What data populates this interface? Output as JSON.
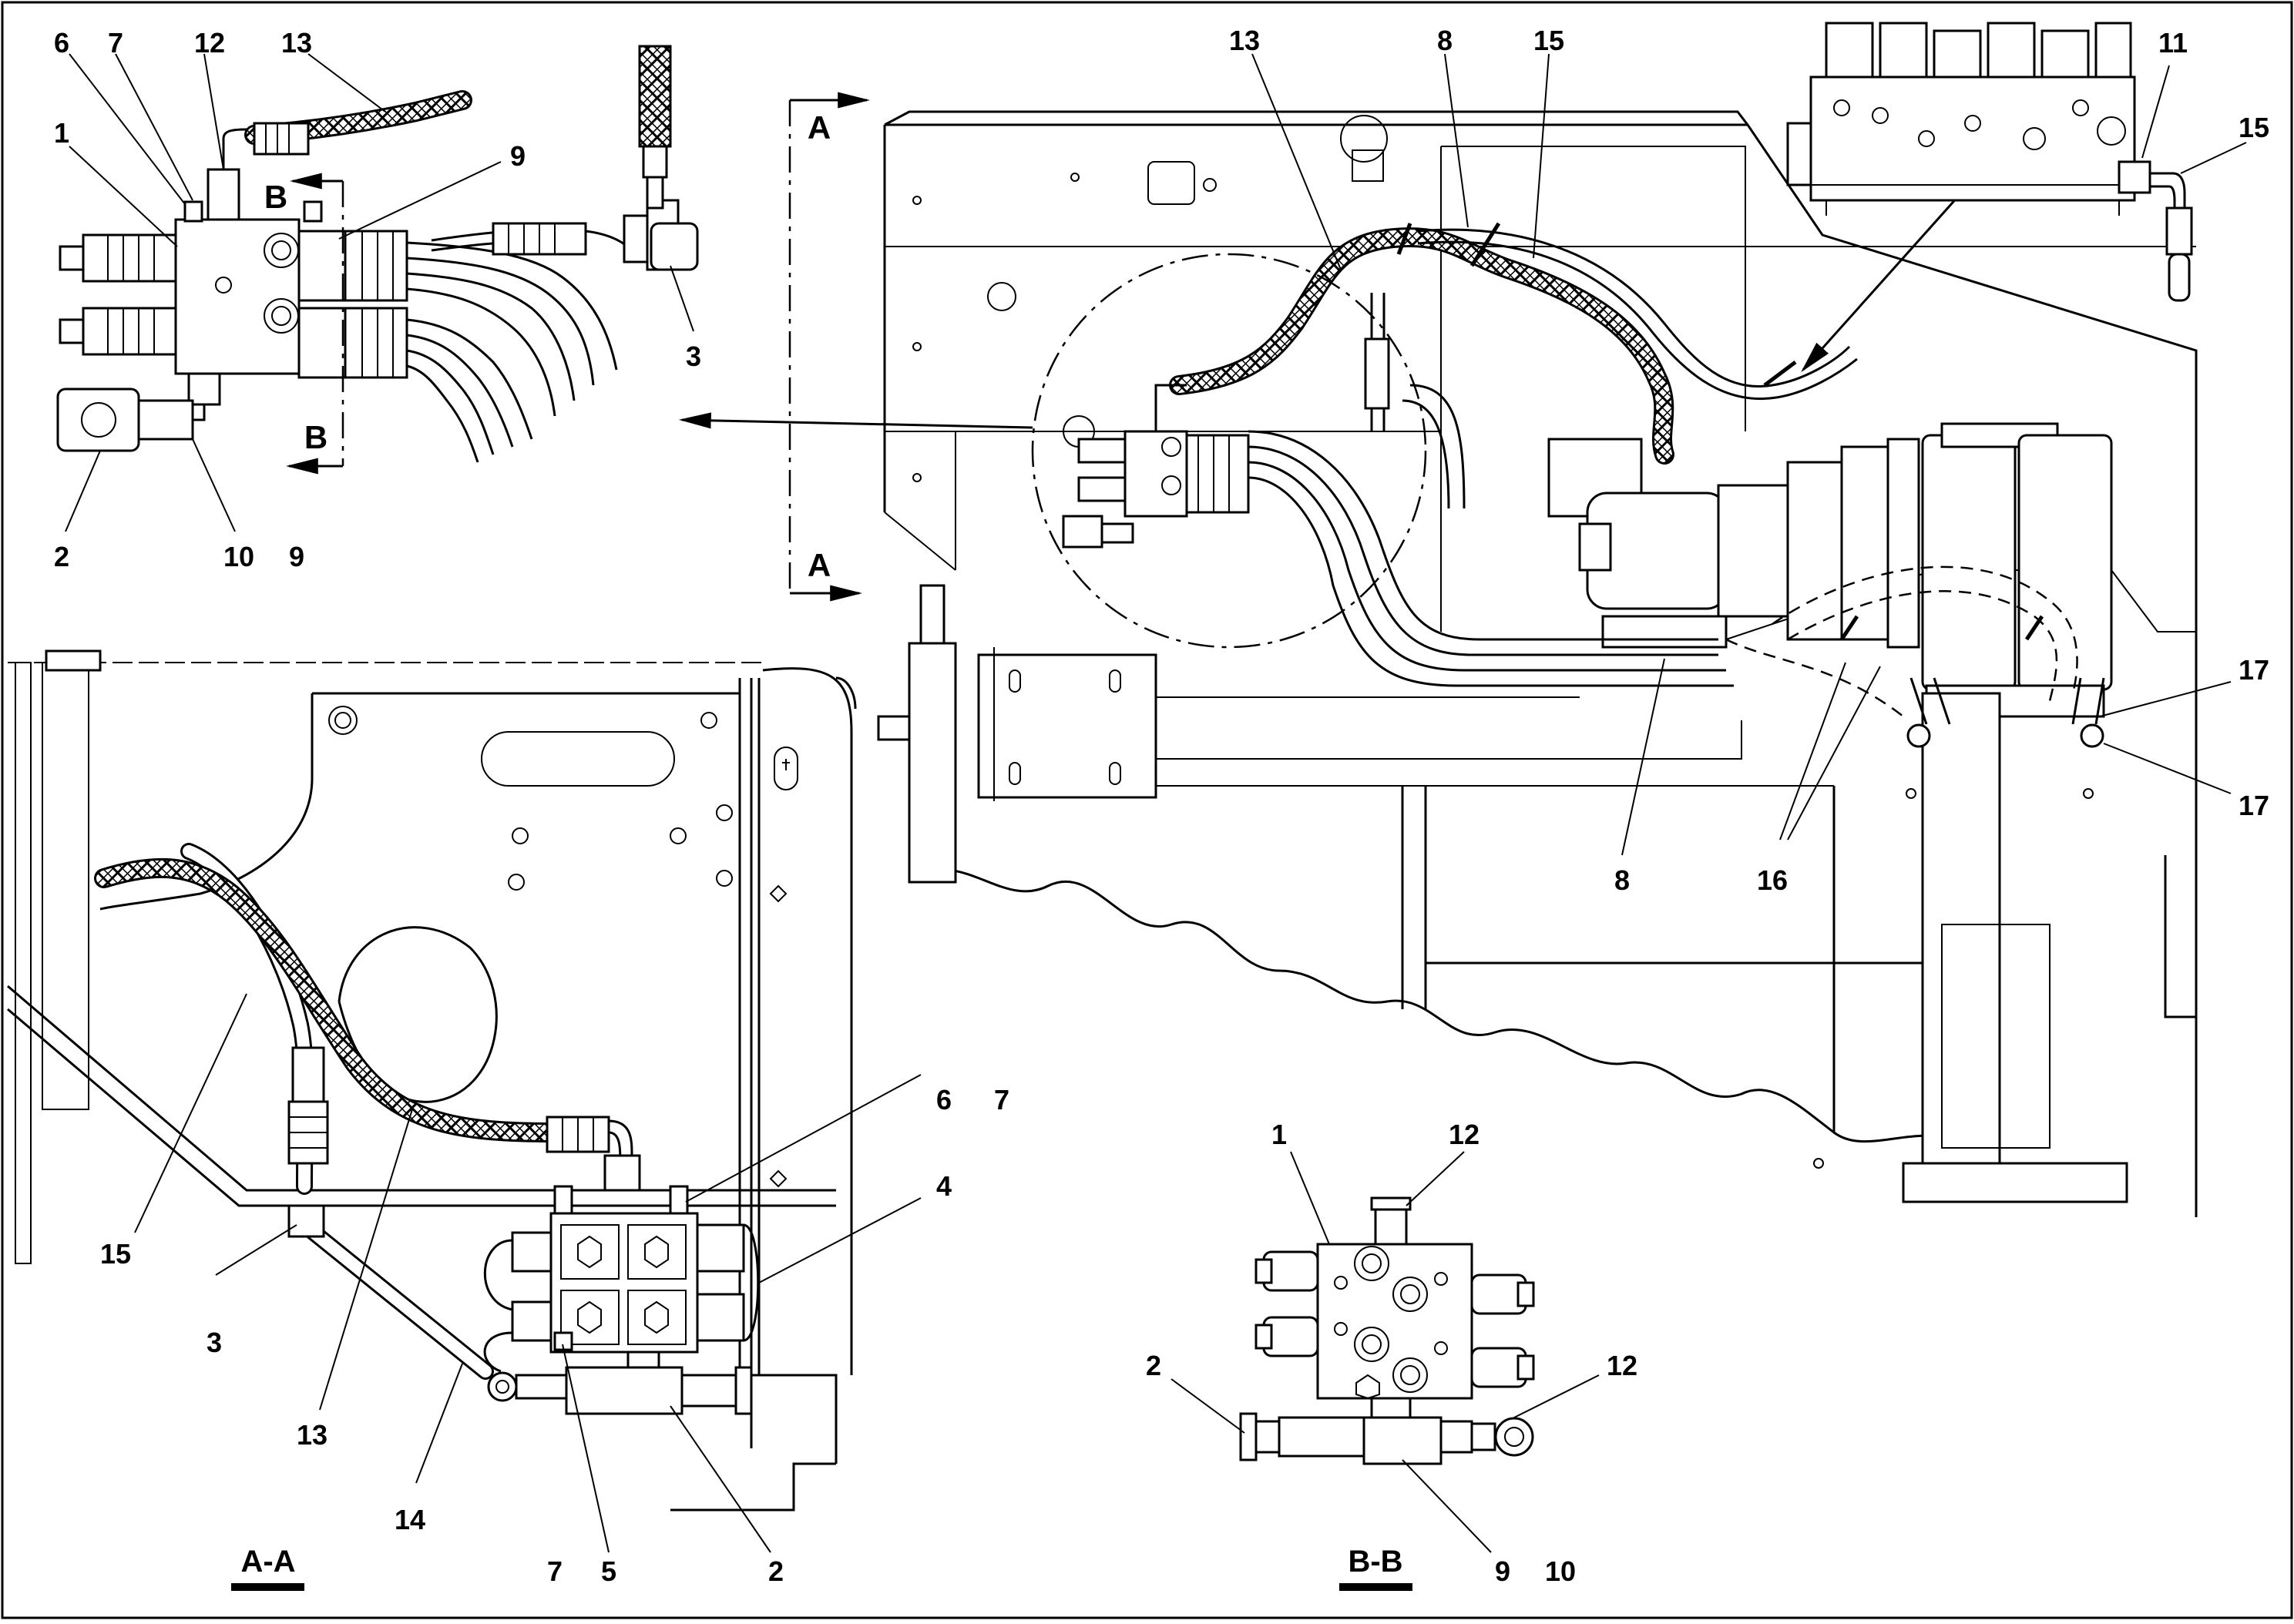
{
  "callouts": {
    "topleft": [
      "6",
      "7",
      "12",
      "13",
      "1",
      "9",
      "3",
      "2",
      "10",
      "9"
    ],
    "main": [
      "13",
      "8",
      "15",
      "11",
      "15",
      "17",
      "17",
      "8",
      "16"
    ],
    "aa": [
      "15",
      "3",
      "13",
      "14",
      "6",
      "7",
      "4",
      "7",
      "5",
      "2"
    ],
    "bb": [
      "1",
      "12",
      "12",
      "2",
      "9",
      "10"
    ]
  },
  "sections": {
    "aa_title": "A-A",
    "bb_title": "B-B",
    "a_letter": "A",
    "b_letter": "B"
  }
}
